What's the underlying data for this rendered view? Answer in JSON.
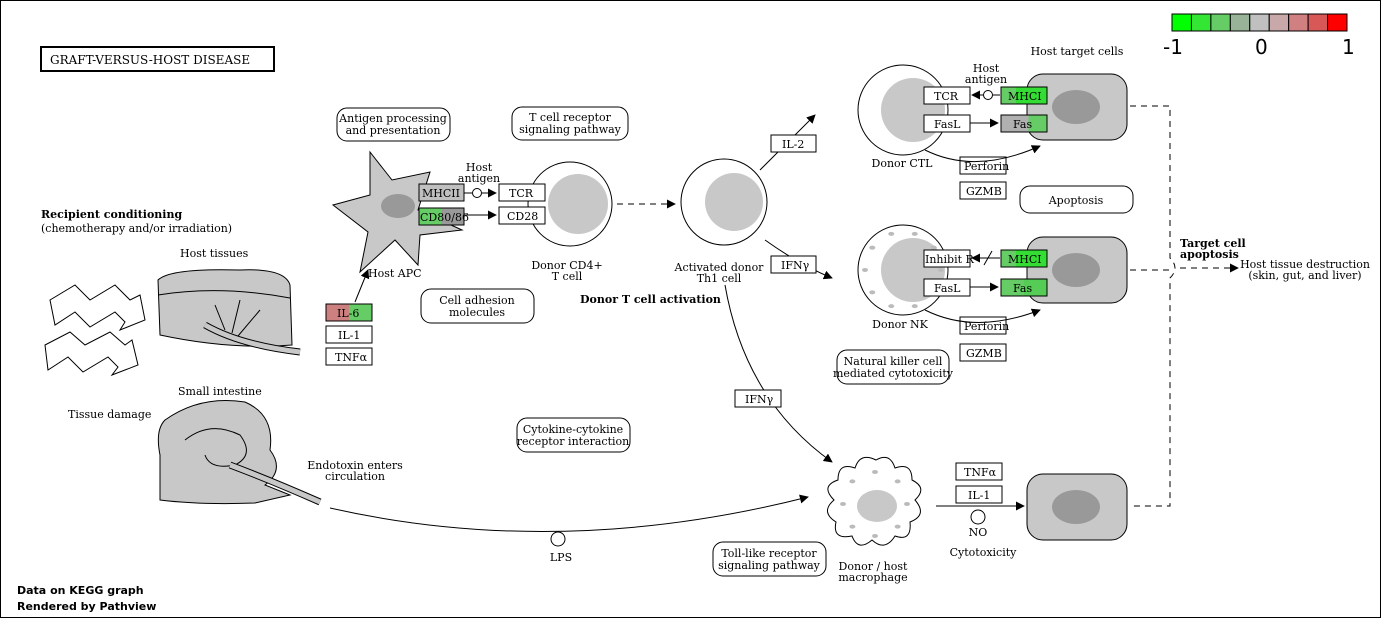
{
  "title": "GRAFT-VERSUS-HOST  DISEASE",
  "legend": {
    "min_label": "-1",
    "mid_label": "0",
    "max_label": "1",
    "colors": [
      "#00ff00",
      "#33e633",
      "#66cc66",
      "#99b399",
      "#c0c0c0",
      "#c8a8a8",
      "#d08080",
      "#d85858",
      "#ff0000"
    ]
  },
  "genes": {
    "mhcii": "MHCII",
    "cd8086": "CD80/86",
    "tcr1": "TCR",
    "cd28": "CD28",
    "il6": "IL-6",
    "il1a": "IL-1",
    "tnfa1": "TNFα",
    "il2": "IL-2",
    "ifng1": "IFNγ",
    "ifng2": "IFNγ",
    "tcr2": "TCR",
    "fasl1": "FasL",
    "mhci1": "MHCI",
    "fas1": "Fas",
    "perforin1": "Perforin",
    "gzmb1": "GZMB",
    "inhibr": "Inhibit R",
    "fasl2": "FasL",
    "mhci2": "MHCI",
    "fas2": "Fas",
    "perforin2": "Perforin",
    "gzmb2": "GZMB",
    "tnfa2": "TNFα",
    "il1b": "IL-1"
  },
  "gene_colors": {
    "mhcii": "#c0c0c0",
    "cd8086": [
      "#66cc66",
      "#999999"
    ],
    "il6": [
      "#cc8080",
      "#66cc66"
    ],
    "mhci1": [
      "#66cc66",
      "#33dd33"
    ],
    "fas1": [
      "#b0b0b0",
      "#66cc66"
    ],
    "mhci2": [
      "#66cc66",
      "#33dd33"
    ],
    "fas2": [
      "#66cc66",
      "#55cc55"
    ]
  },
  "pathways": {
    "antigen": [
      "Antigen processing",
      "and presentation"
    ],
    "tcrpath": [
      "T cell receptor",
      "signaling pathway"
    ],
    "celladh": [
      "Cell adhesion",
      "molecules"
    ],
    "apoptosis": "Apoptosis",
    "nkcell": [
      "Natural killer cell",
      "mediated cytotoxicity"
    ],
    "cytokine": [
      "Cytokine-cytokine",
      "receptor interaction"
    ],
    "tlr": [
      "Toll-like receptor",
      "signaling pathway"
    ]
  },
  "labels": {
    "recipient_conditioning": "Recipient conditioning",
    "chemo": "(chemotherapy and/or irradiation)",
    "host_tissues": "Host tissues",
    "tissue_damage": "Tissue damage",
    "small_intestine": "Small intestine",
    "endotoxin": [
      "Endotoxin enters",
      "circulation"
    ],
    "lps": "LPS",
    "host_apc": "Host APC",
    "host_antigen": [
      "Host",
      "antigen"
    ],
    "donor_cd4": [
      "Donor CD4+",
      "T cell"
    ],
    "donor_t_activation": "Donor T cell activation",
    "activated_th1": [
      "Activated donor",
      "Th1 cell"
    ],
    "donor_ctl": "Donor CTL",
    "donor_nk": "Donor NK",
    "host_target_cells": "Host target cells",
    "target_apoptosis": [
      "Target cell",
      "apoptosis"
    ],
    "host_destruction": [
      "Host tissue destruction",
      "(skin, gut, and liver)"
    ],
    "macrophage": [
      "Donor / host",
      "macrophage"
    ],
    "no": "NO",
    "cytotoxicity": "Cytotoxicity",
    "footer1": "Data on KEGG graph",
    "footer2": "Rendered by  Pathview"
  }
}
